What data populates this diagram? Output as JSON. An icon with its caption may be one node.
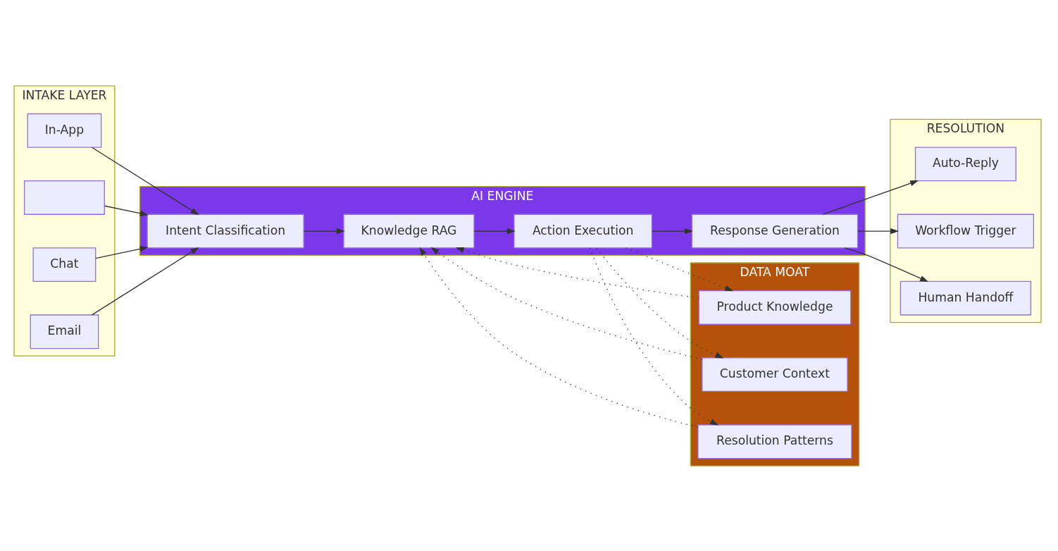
{
  "diagram": {
    "nodes": [
      {
        "text": [
          "INTAKE LAYER"
        ]
      },
      {
        "text": [
          "In-App"
        ],
        "in": 0
      },
      {
        "text": [],
        "shape": "box",
        "in": 0
      },
      {
        "text": [
          "Chat"
        ],
        "in": 0
      },
      {
        "text": [
          "Email"
        ],
        "in": 0
      },
      {
        "text": [
          "AI ENGINE"
        ]
      },
      {
        "text": [
          "Intent Classification"
        ],
        "in": 5
      },
      {
        "text": [
          "Knowledge RAG"
        ],
        "in": 5
      },
      {
        "text": [
          "Action Execution"
        ],
        "in": 5
      },
      {
        "text": [
          "Response Generation"
        ],
        "in": 5
      },
      {
        "text": [
          "DATA MOAT"
        ]
      },
      {
        "text": [
          "Resolution Patterns"
        ],
        "in": 10
      },
      {
        "text": [
          "Product Knowledge"
        ],
        "in": 10
      },
      {
        "text": [
          "Customer Context"
        ],
        "in": 10
      },
      {
        "text": [
          "RESOLUTION"
        ]
      },
      {
        "text": [
          "Auto-Reply"
        ],
        "in": 14
      },
      {
        "text": [
          "Workflow Trigger"
        ],
        "in": 14
      },
      {
        "text": [
          "Human Handoff"
        ],
        "in": 14
      }
    ],
    "edges": [
      {
        "from": 1,
        "to": 6,
        "arrow": "to"
      },
      {
        "from": 2,
        "to": 6,
        "arrow": "to"
      },
      {
        "from": 3,
        "to": 6,
        "arrow": "to"
      },
      {
        "from": 4,
        "to": 6,
        "arrow": "to"
      },
      {
        "from": 6,
        "to": 7,
        "arrow": "to"
      },
      {
        "from": 7,
        "to": 8,
        "arrow": "to"
      },
      {
        "from": 13,
        "to": 7,
        "arrow": "to",
        "style": "dashed"
      },
      {
        "from": 12,
        "to": 7,
        "arrow": "to",
        "style": "dashed"
      },
      {
        "from": 11,
        "to": 7,
        "arrow": "to",
        "style": "dashed"
      },
      {
        "from": 8,
        "to": 11,
        "arrow": "to",
        "style": "dashed"
      },
      {
        "from": 8,
        "to": 12,
        "arrow": "to",
        "style": "dashed"
      },
      {
        "from": 8,
        "to": 13,
        "arrow": "to",
        "style": "dashed"
      },
      {
        "from": 8,
        "to": 9,
        "arrow": "to"
      },
      {
        "from": 9,
        "to": 15,
        "arrow": "to"
      },
      {
        "from": 9,
        "to": 16,
        "arrow": "to"
      },
      {
        "from": 9,
        "to": 17,
        "arrow": "to"
      }
    ]
  }
}
